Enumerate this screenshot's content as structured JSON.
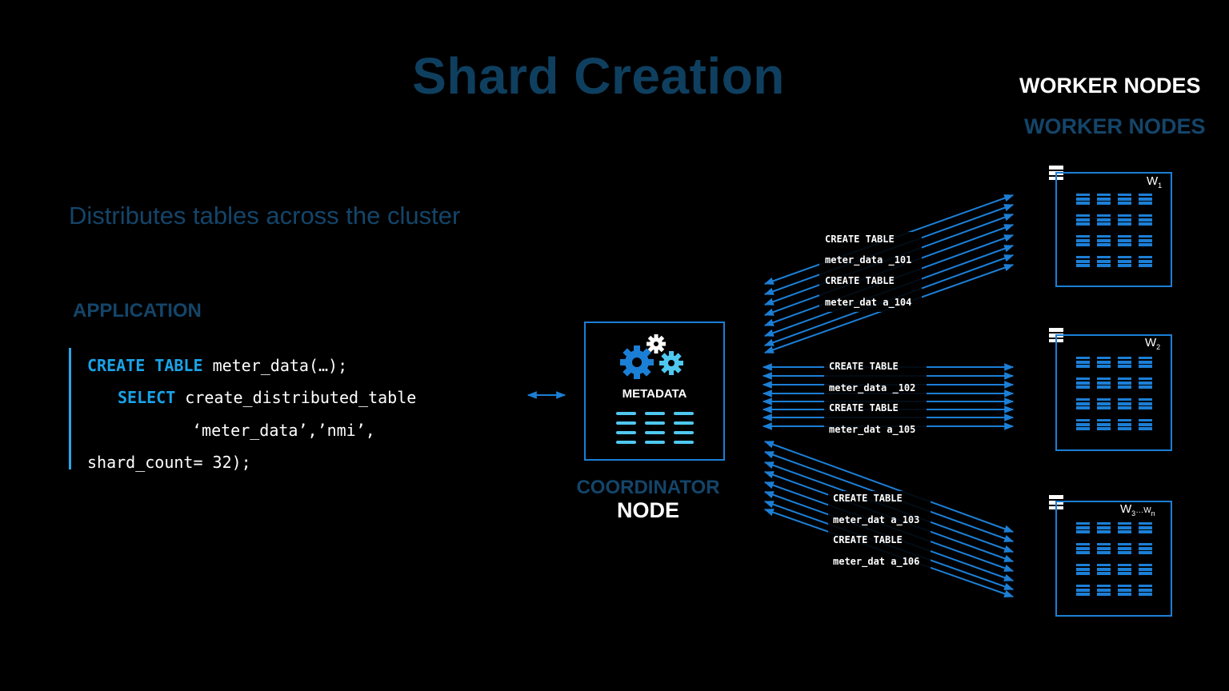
{
  "title": "Shard Creation",
  "worker_nodes_white": "WORKER NODES",
  "worker_nodes_blue": "WORKER NODES",
  "subtitle": "Distributes tables across the cluster",
  "application_label": "APPLICATION",
  "code": {
    "line1_kw1": "CREATE",
    "line1_kw2": "TABLE",
    "line1_rest": "meter_data(…);",
    "line2_kw": "SELECT",
    "line2_rest": "create_distributed_table",
    "line3": "‘meter_data’,’nmi’,",
    "line4": "shard_count= 32);"
  },
  "coordinator": {
    "metadata_label": "METADATA",
    "label_top": "COORDINATOR",
    "label_bottom": "NODE"
  },
  "message_groups": [
    {
      "lines": [
        "CREATE TABLE",
        "meter_data _101",
        "CREATE TABLE",
        "meter_dat a_104"
      ]
    },
    {
      "lines": [
        "CREATE TABLE",
        "meter_data _102",
        "CREATE TABLE",
        "meter_dat a_105"
      ]
    },
    {
      "lines": [
        "CREATE TABLE",
        "meter_dat a_103",
        "CREATE TABLE",
        "meter_dat a_106"
      ]
    }
  ],
  "workers": [
    {
      "label": "W",
      "sub": "1"
    },
    {
      "label": "W",
      "sub": "2"
    },
    {
      "label": "W",
      "sub": "3",
      "suffix": "…W",
      "suffix_sub": "n"
    }
  ],
  "colors": {
    "accent_blue": "#1c7fd6",
    "light_blue": "#4fc8f0",
    "dark_title_blue": "#0f3f5f",
    "keyword_blue": "#1aa3e8"
  },
  "icons": {
    "gears": "gears-icon",
    "metadata_lines": "metadata-lines-icon",
    "server": "server-icon",
    "shard_grid": "table-grid-icon",
    "bidirectional_arrow": "double-arrow-icon"
  }
}
